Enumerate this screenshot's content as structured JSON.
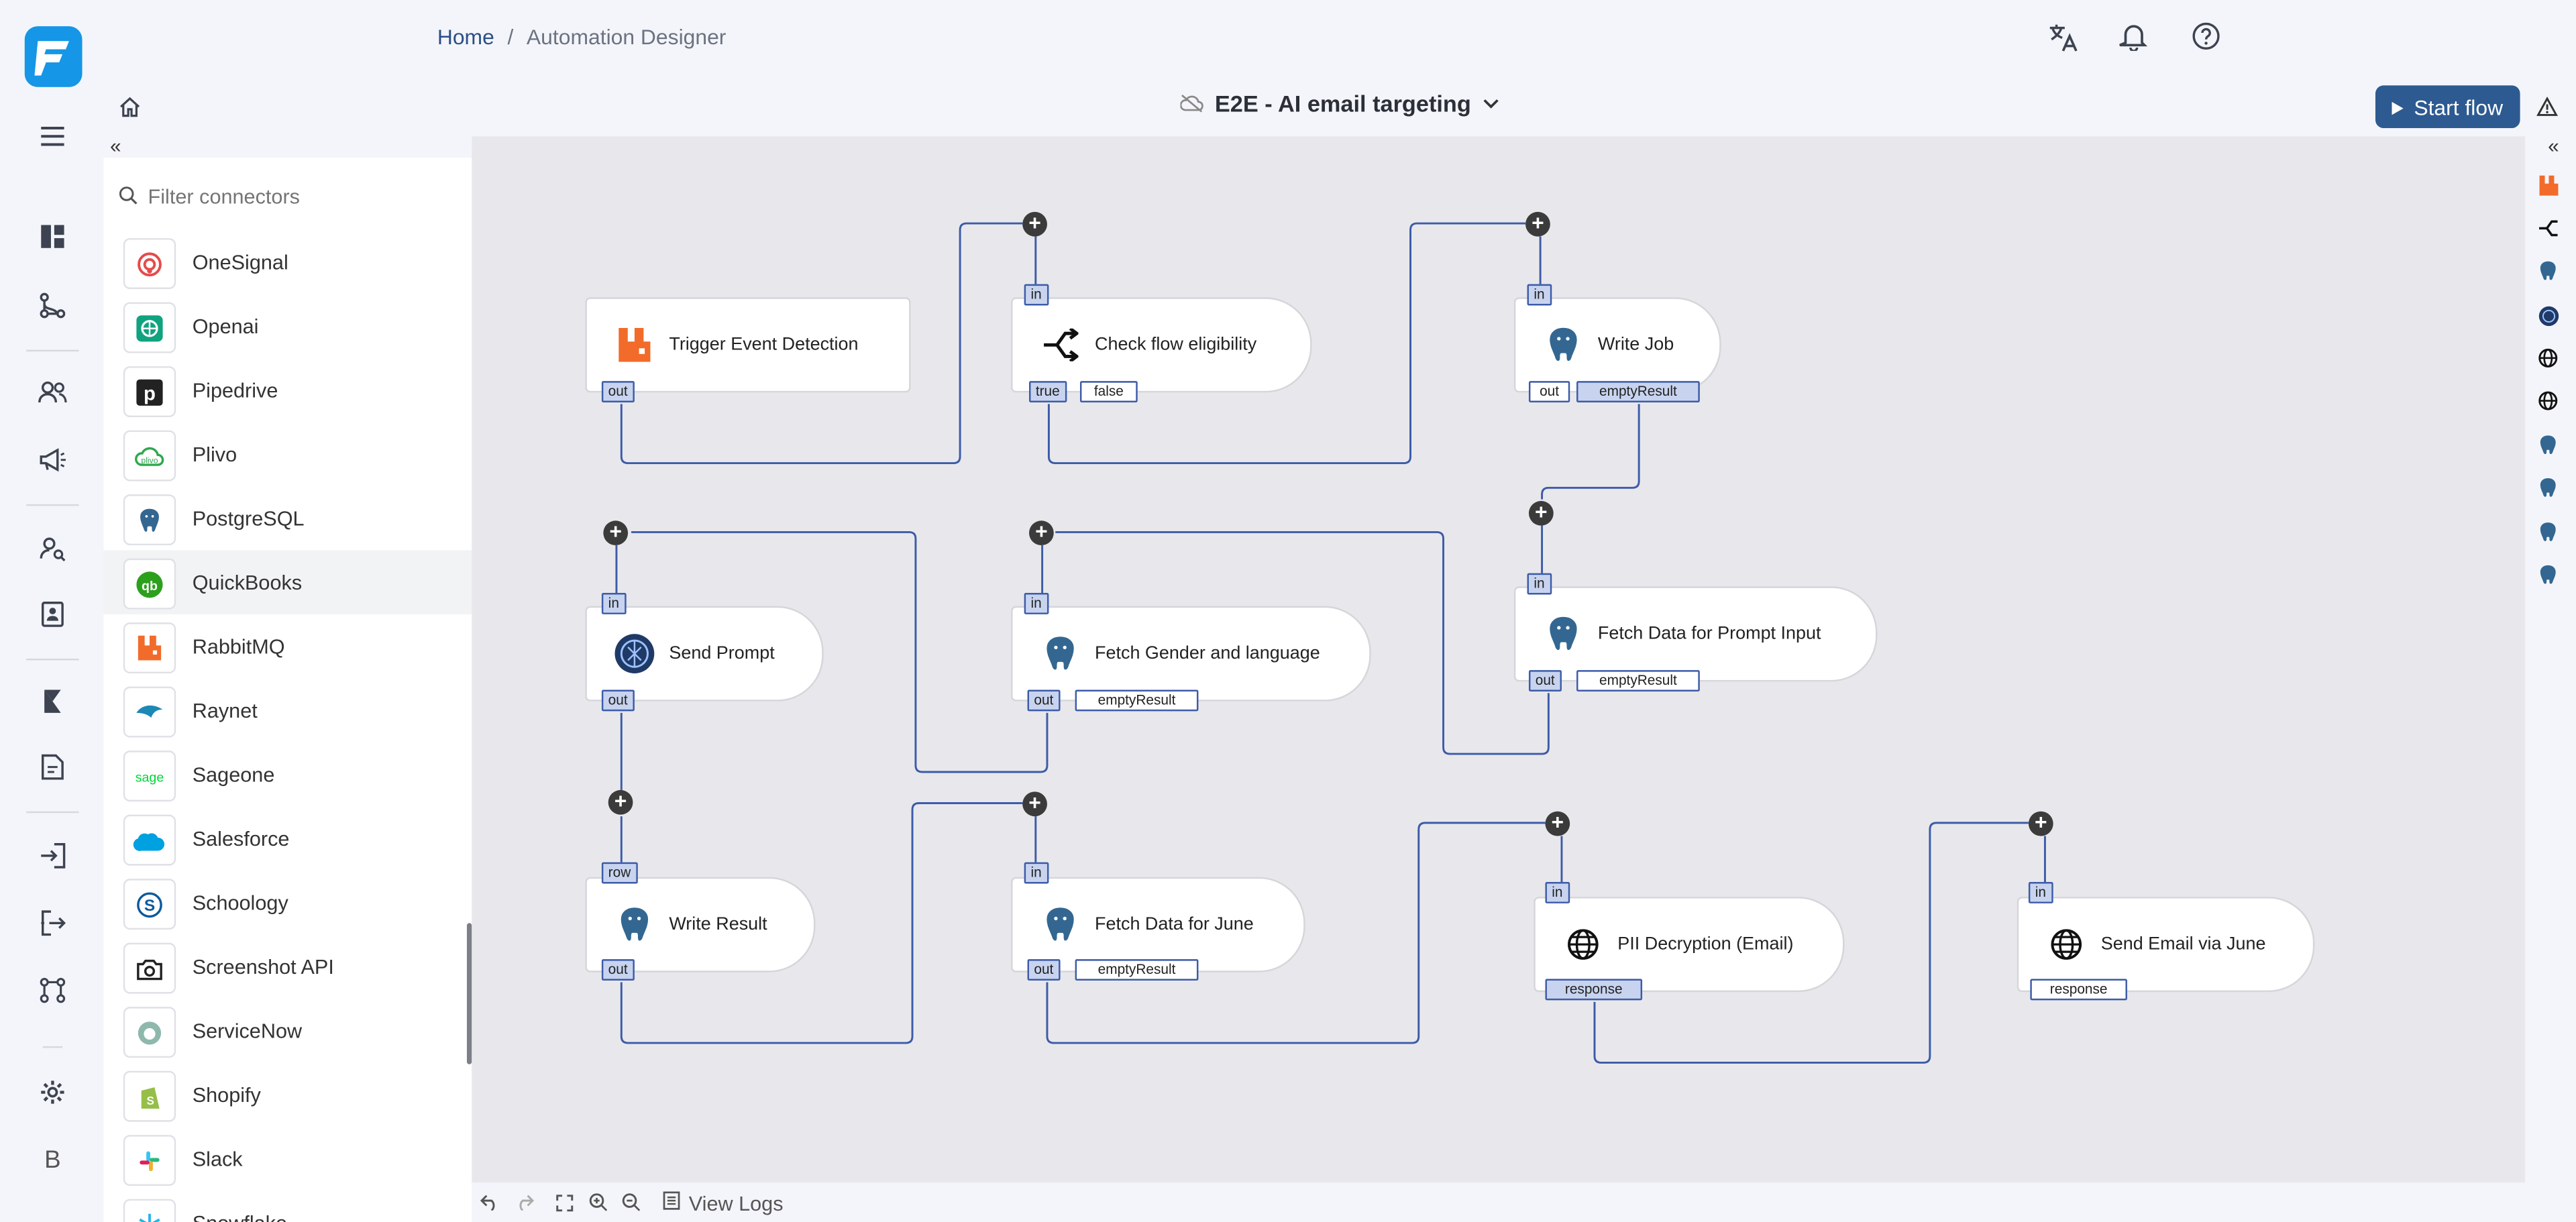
{
  "breadcrumb": {
    "home": "Home",
    "separator": "/",
    "current": "Automation Designer"
  },
  "flow": {
    "title": "E2E - AI email targeting",
    "start_label": "Start flow"
  },
  "panel": {
    "filter_placeholder": "Filter connectors",
    "collapse": "«",
    "connectors": [
      "OneSignal",
      "Openai",
      "Pipedrive",
      "Plivo",
      "PostgreSQL",
      "QuickBooks",
      "RabbitMQ",
      "Raynet",
      "Sageone",
      "Salesforce",
      "Schoology",
      "Screenshot API",
      "ServiceNow",
      "Shopify",
      "Slack",
      "Snowflake"
    ]
  },
  "rail": {
    "user_initial": "B"
  },
  "nodes": [
    {
      "label": "Trigger Event Detection",
      "icon": "rabbitmq-icon",
      "ports_in": [],
      "ports_out": [
        "out"
      ]
    },
    {
      "label": "Check flow eligibility",
      "icon": "branch-icon",
      "ports_in": [
        "in"
      ],
      "ports_out": [
        "true",
        "false"
      ]
    },
    {
      "label": "Write Job",
      "icon": "postgresql-icon",
      "ports_in": [
        "in"
      ],
      "ports_out": [
        "out",
        "emptyResult"
      ]
    },
    {
      "label": "Send Prompt",
      "icon": "openai-brain-icon",
      "ports_in": [
        "in"
      ],
      "ports_out": [
        "out"
      ]
    },
    {
      "label": "Fetch Gender and language",
      "icon": "postgresql-icon",
      "ports_in": [
        "in"
      ],
      "ports_out": [
        "out",
        "emptyResult"
      ]
    },
    {
      "label": "Fetch Data for Prompt Input",
      "icon": "postgresql-icon",
      "ports_in": [
        "in"
      ],
      "ports_out": [
        "out",
        "emptyResult"
      ]
    },
    {
      "label": "Write Result",
      "icon": "postgresql-icon",
      "ports_in": [
        "row"
      ],
      "ports_out": [
        "out"
      ]
    },
    {
      "label": "Fetch Data for June",
      "icon": "postgresql-icon",
      "ports_in": [
        "in"
      ],
      "ports_out": [
        "out",
        "emptyResult"
      ]
    },
    {
      "label": "PII Decryption (Email)",
      "icon": "globe-icon",
      "ports_in": [
        "in"
      ],
      "ports_out": [
        "response"
      ]
    },
    {
      "label": "Send Email via June",
      "icon": "globe-icon",
      "ports_in": [
        "in"
      ],
      "ports_out": [
        "response"
      ]
    }
  ],
  "bottom": {
    "view_logs": "View Logs"
  },
  "colors": {
    "accent": "#2d5a91",
    "logo": "#1596e6",
    "wire": "#3d5ba8",
    "canvas": "#e8e8ec",
    "rabbit": "#f26b2a"
  }
}
